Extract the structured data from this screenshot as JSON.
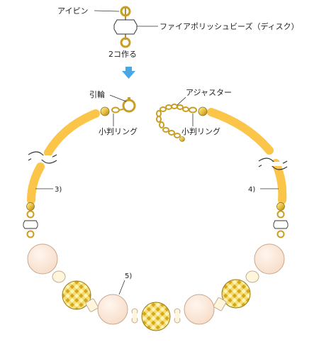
{
  "labels": {
    "eyepin": "アイピン",
    "fire_polish_bead": "ファイアポリッシュビーズ（ディスク）",
    "make_two": "2コ作る",
    "clasp": "引輪",
    "adjuster": "アジャスター",
    "small_ring_left": "小判リング",
    "small_ring_right": "小判リング",
    "step3": "3)",
    "step4": "4)",
    "step5": "5)"
  },
  "colors": {
    "cord": "#fbc54a",
    "gold": "#d8b23a",
    "gold_dark": "#9c7a14",
    "pearl": "#fbe9dc",
    "pearl_edge": "#c9a98f",
    "crystal_light": "#f7e9a0",
    "crystal_dark": "#d7a91c",
    "arrow": "#4aa7e6"
  },
  "icons": {
    "arrow": "down-arrow-icon",
    "break": "break-mark-icon"
  }
}
